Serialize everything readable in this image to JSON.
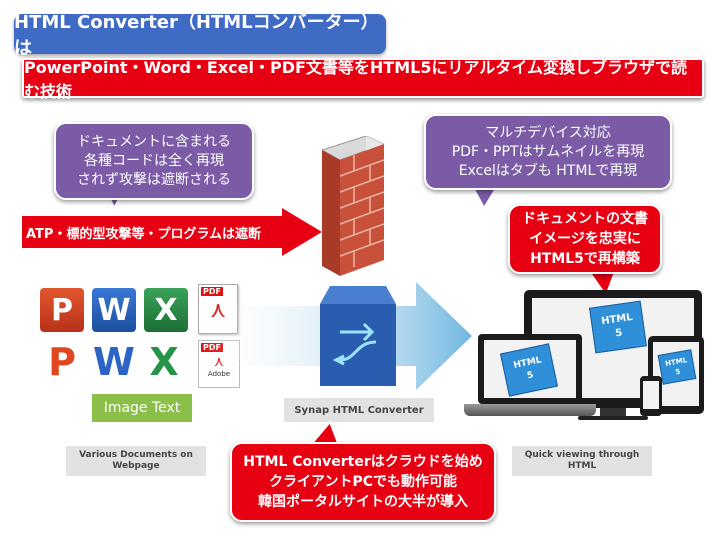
{
  "title": "HTML Converter（HTMLコンバーター）は",
  "banner": "PowerPoint・Word・Excel・PDF文書等をHTML5にリアルタイム変換しブラウザで読む技術",
  "bubble_left": {
    "line1": "ドキュメントに含まれる",
    "line2": "各種コードは全く再現",
    "line3": "されず攻撃は遮断される"
  },
  "bubble_top_right": {
    "line1": "マルチデバイス対応",
    "line2": "PDF・PPTはサムネイルを再現",
    "line3": "Excelはタブも HTMLで再現"
  },
  "bubble_right_red": {
    "line1": "ドキュメントの文書",
    "line2": "イメージを忠実に",
    "line3": "HTML5で再構築"
  },
  "attack_arrow": "ATP・標的型攻撃等・プログラムは遮断",
  "image_text": "Image  Text",
  "converter_label": "Synap HTML Converter",
  "left_label": "Various Documents on Webpage",
  "right_label": "Quick viewing through HTML",
  "bottom_bubble": {
    "line1": "HTML Converterはクラウドを始め",
    "line2": "クライアントPCでも動作可能",
    "line3": "韓国ポータルサイトの大半が導入"
  },
  "icons": {
    "powerpoint_letter": "P",
    "word_letter": "W",
    "excel_letter": "X",
    "pdf_text": "PDF",
    "adobe_text": "Adobe"
  },
  "puzzle_text": "HTML",
  "puzzle_num": "5",
  "colors": {
    "title_blue": "#3f6bc4",
    "banner_red": "#e60012",
    "bubble_purple": "#7b5ba6",
    "arrow_blue": "#6fb6e0",
    "converter_blue": "#2a5db0"
  }
}
